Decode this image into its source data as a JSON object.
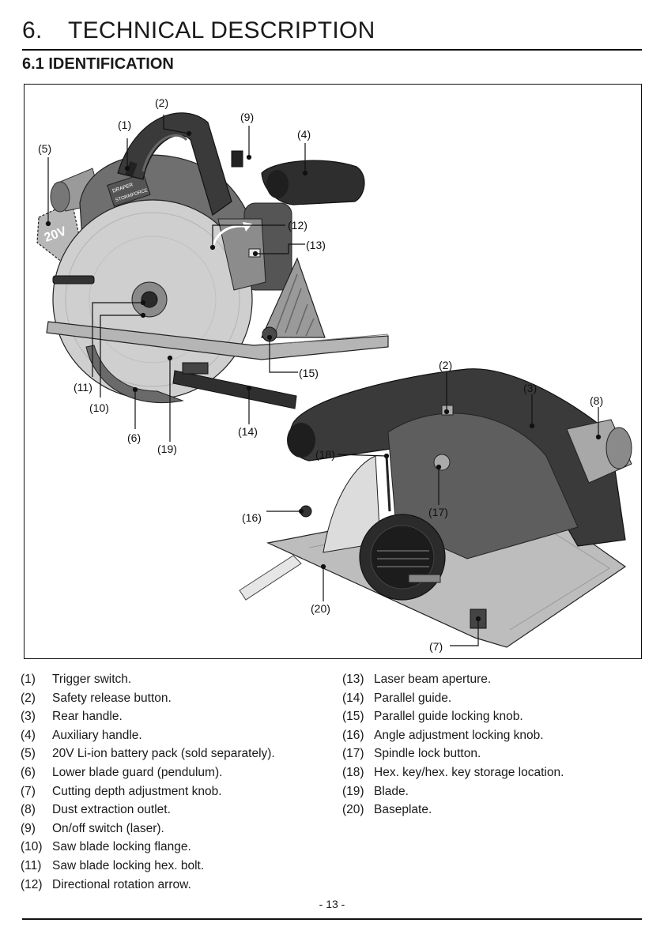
{
  "header": {
    "section_number": "6.",
    "section_title": "TECHNICAL DESCRIPTION",
    "subsection_title": "6.1 IDENTIFICATION"
  },
  "figure": {
    "callouts": [
      "(1)",
      "(2)",
      "(3)",
      "(4)",
      "(5)",
      "(6)",
      "(7)",
      "(8)",
      "(9)",
      "(10)",
      "(11)",
      "(12)",
      "(13)",
      "(14)",
      "(15)",
      "(16)",
      "(17)",
      "(18)",
      "(19)",
      "(20)"
    ],
    "brand_text": "DRAPER",
    "model_text": "STORMFORCE",
    "battery_text": "20V"
  },
  "legend": [
    {
      "num": "(1)",
      "text": "Trigger switch."
    },
    {
      "num": "(2)",
      "text": "Safety release button."
    },
    {
      "num": "(3)",
      "text": "Rear handle."
    },
    {
      "num": "(4)",
      "text": "Auxiliary handle."
    },
    {
      "num": "(5)",
      "text": "20V Li-ion battery pack (sold separately)."
    },
    {
      "num": "(6)",
      "text": "Lower blade guard (pendulum)."
    },
    {
      "num": "(7)",
      "text": "Cutting depth adjustment knob."
    },
    {
      "num": "(8)",
      "text": "Dust extraction outlet."
    },
    {
      "num": "(9)",
      "text": "On/off switch (laser)."
    },
    {
      "num": "(10)",
      "text": "Saw blade locking flange."
    },
    {
      "num": "(11)",
      "text": "Saw blade locking hex. bolt."
    },
    {
      "num": "(12)",
      "text": "Directional rotation arrow."
    },
    {
      "num": "(13)",
      "text": "Laser beam aperture."
    },
    {
      "num": "(14)",
      "text": "Parallel guide."
    },
    {
      "num": "(15)",
      "text": "Parallel guide locking knob."
    },
    {
      "num": "(16)",
      "text": "Angle adjustment locking knob."
    },
    {
      "num": "(17)",
      "text": "Spindle lock button."
    },
    {
      "num": "(18)",
      "text": "Hex. key/hex. key storage location."
    },
    {
      "num": "(19)",
      "text": "Blade."
    },
    {
      "num": "(20)",
      "text": "Baseplate."
    }
  ],
  "footer": {
    "page_number": "- 13 -"
  }
}
